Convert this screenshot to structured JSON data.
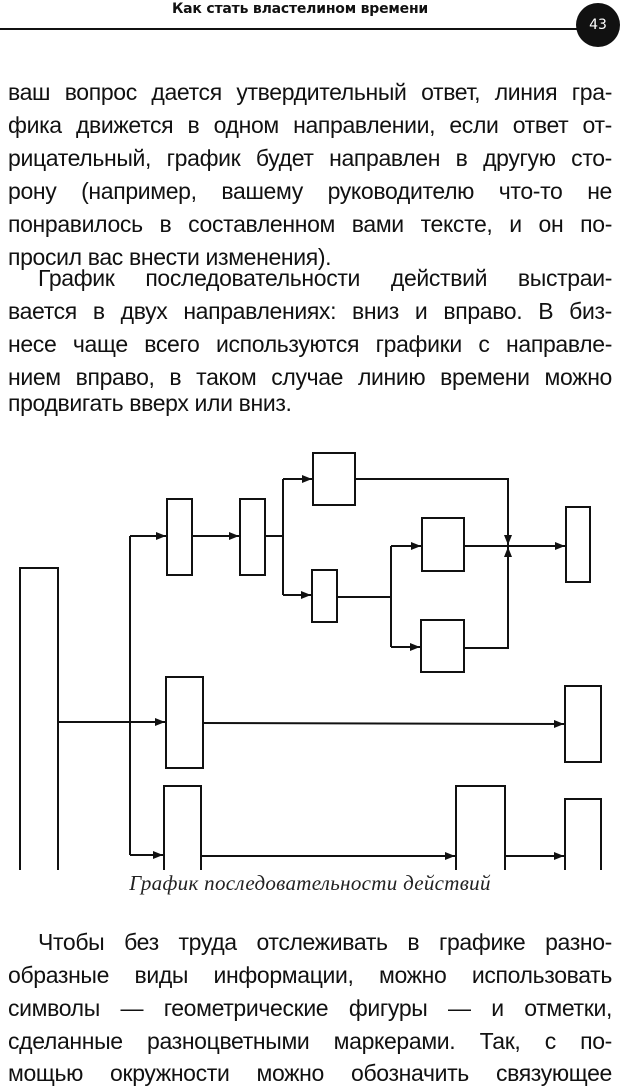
{
  "header": {
    "title": "Как стать властелином времени",
    "page_number": "43"
  },
  "paragraphs": [
    {
      "lines": [
        "ваш вопрос дается утвердительный ответ, линия гра-",
        "фика движется в одном направлении, если ответ от-",
        "рицательный, график будет направлен в другую сто-",
        "рону (например, вашему руководителю что-то не",
        "понравилось в составленном вами тексте, и он по-",
        "просил вас внести изменения)."
      ]
    },
    {
      "lines": [
        "График последовательности действий выстраи-",
        "вается в двух направлениях: вниз и вправо. В биз-",
        "несе чаще всего используются графики с направле-",
        "нием вправо, в таком случае линию времени можно",
        "продвигать вверх или вниз."
      ]
    },
    {
      "lines": [
        "Чтобы без труда отслеживать в графике разно-",
        "образные виды информации, можно использовать",
        "символы — геометрические фигуры — и отметки,",
        "сделанные разноцветными маркерами. Так, с по-",
        "мощью окружности можно обозначить связующее"
      ]
    }
  ],
  "figure": {
    "caption": "График последовательности действий"
  }
}
